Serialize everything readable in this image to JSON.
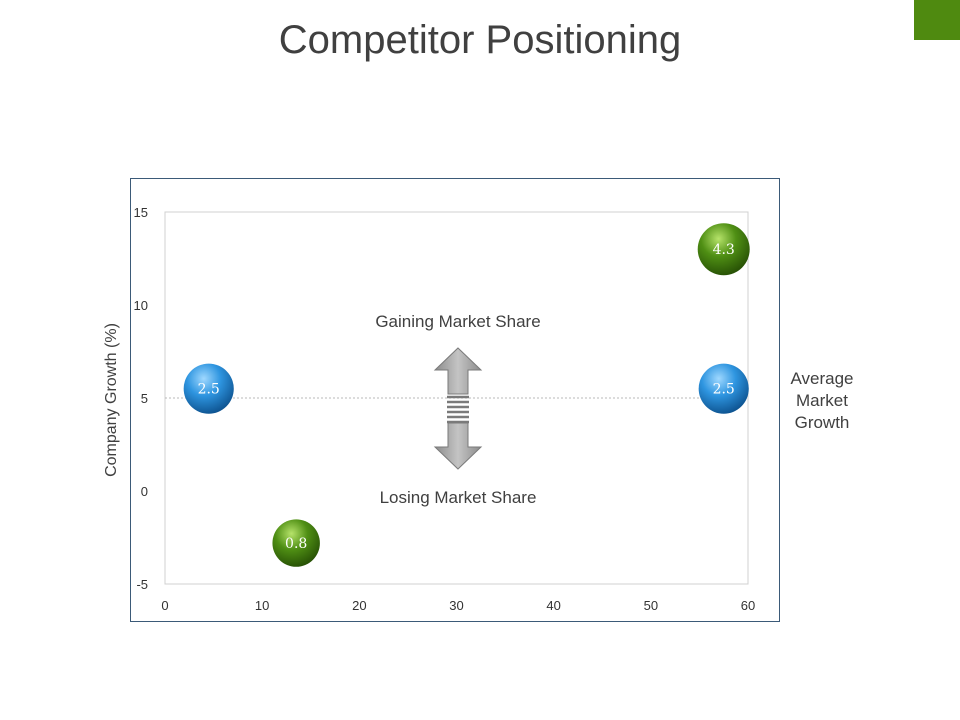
{
  "slide": {
    "title": "Competitor Positioning",
    "accent_color": "#4f8a10"
  },
  "chart_data": {
    "type": "scatter",
    "title": "Competitor Positioning",
    "xlabel": "",
    "ylabel": "Company Growth (%)",
    "xlim": [
      0,
      60
    ],
    "ylim": [
      -5,
      15
    ],
    "x_ticks": [
      "0",
      "10",
      "20",
      "30",
      "40",
      "50",
      "60"
    ],
    "y_ticks": [
      "15",
      "10",
      "5",
      "0",
      "-5"
    ],
    "grid": false,
    "reference_line": {
      "y": 5,
      "label_lines": [
        "Average",
        "Market",
        "Growth"
      ]
    },
    "annotations": {
      "upper": "Gaining Market Share",
      "lower": "Losing Market Share"
    },
    "points": [
      {
        "x": 4.5,
        "y": 5.5,
        "size": 2.5,
        "label": "2.5",
        "color": "#1e87d6"
      },
      {
        "x": 13.5,
        "y": -2.8,
        "size": 0.8,
        "label": "0.8",
        "color": "#4f8a10"
      },
      {
        "x": 57.5,
        "y": 13,
        "size": 4.3,
        "label": "4.3",
        "color": "#3f7a0c"
      },
      {
        "x": 57.5,
        "y": 5.5,
        "size": 2.5,
        "label": "2.5",
        "color": "#1e87d6"
      }
    ]
  }
}
